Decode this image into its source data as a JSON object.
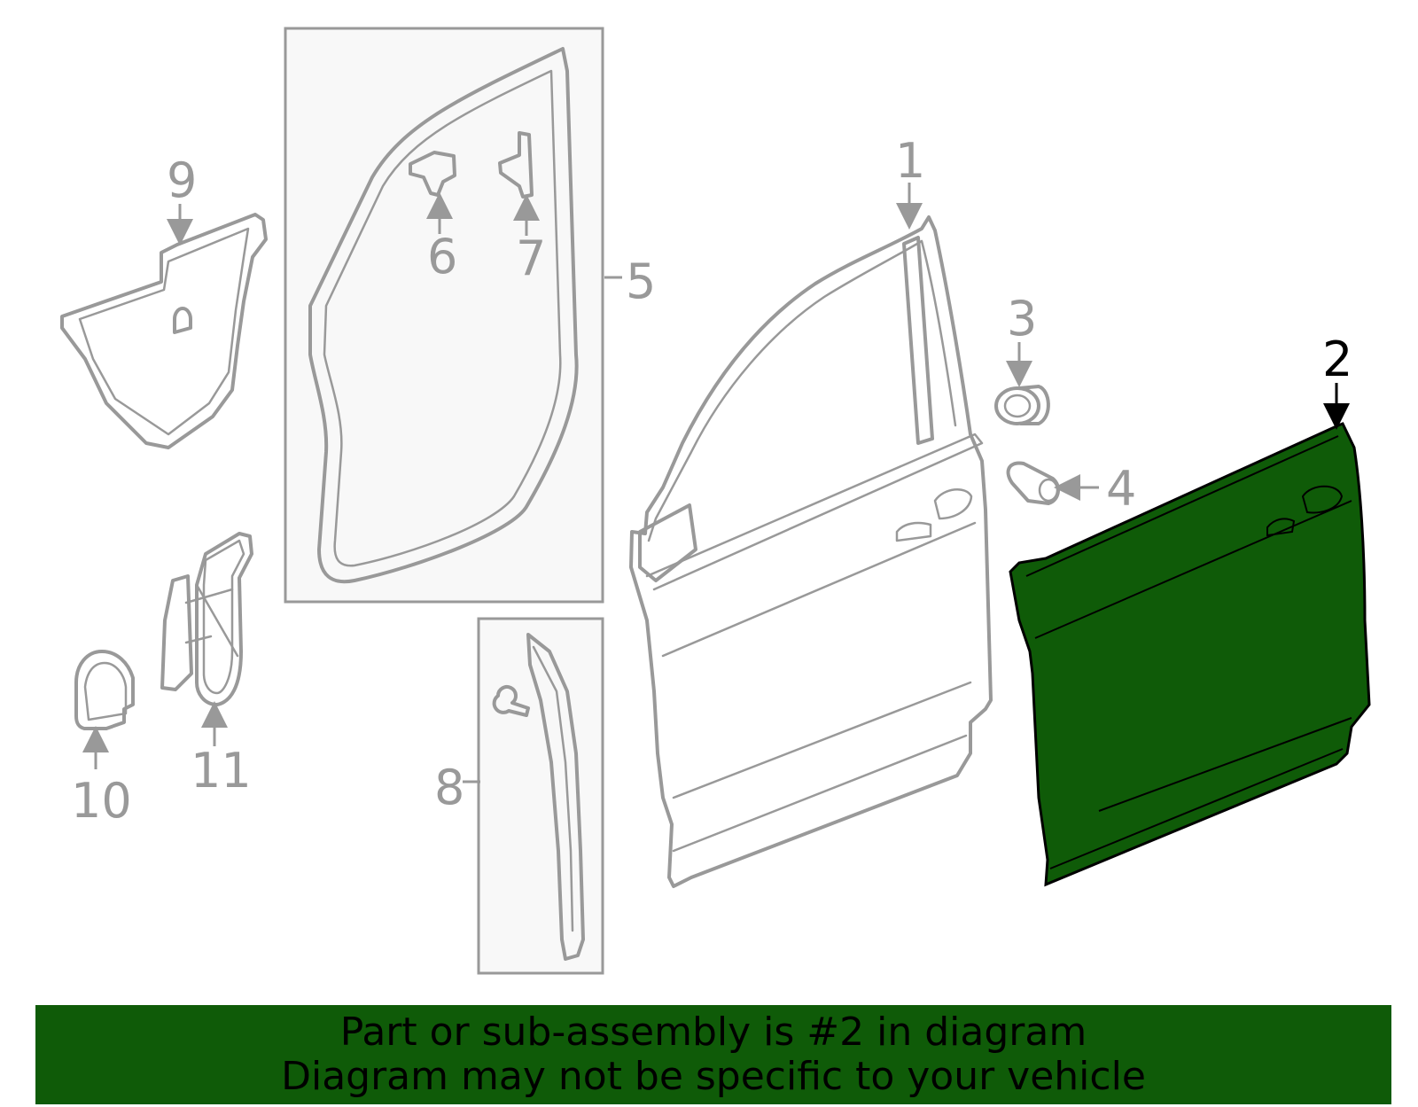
{
  "diagram": {
    "highlight_color": "#0f5b08",
    "part_line_color": "#999999",
    "callouts": [
      {
        "id": "1",
        "label": "1"
      },
      {
        "id": "2",
        "label": "2",
        "highlighted": true
      },
      {
        "id": "3",
        "label": "3"
      },
      {
        "id": "4",
        "label": "4"
      },
      {
        "id": "5",
        "label": "5"
      },
      {
        "id": "6",
        "label": "6"
      },
      {
        "id": "7",
        "label": "7"
      },
      {
        "id": "8",
        "label": "8"
      },
      {
        "id": "9",
        "label": "9"
      },
      {
        "id": "10",
        "label": "10"
      },
      {
        "id": "11",
        "label": "11"
      }
    ]
  },
  "banner": {
    "line1": "Part or sub-assembly is #2 in diagram",
    "line2": "Diagram may not be specific to your vehicle",
    "background": "#0f5b08"
  }
}
